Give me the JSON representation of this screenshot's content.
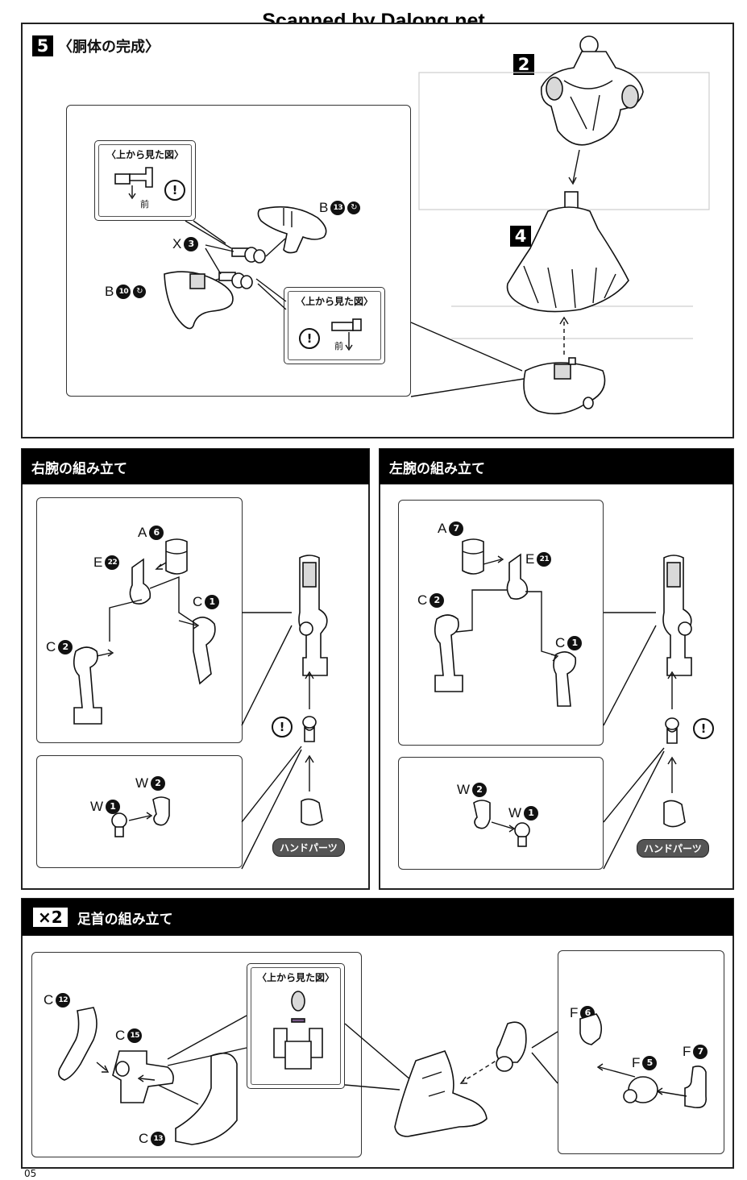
{
  "watermark": "Scanned by Dalong.net",
  "page_number": "05",
  "top_section": {
    "step": "5",
    "title": "〈胴体の完成〉",
    "subassemblies": [
      {
        "step": "2"
      },
      {
        "step": "4"
      }
    ],
    "view_label_top_1": "〈上から見た図〉",
    "view_label_top_2": "〈上から見た図〉",
    "front_label_1": "前",
    "front_label_2": "前",
    "warning_symbol": "!",
    "parts": [
      {
        "letter": "B",
        "number": "13",
        "cut": "↻"
      },
      {
        "letter": "X",
        "number": "3"
      },
      {
        "letter": "B",
        "number": "10",
        "cut": "↻"
      }
    ]
  },
  "right_arm": {
    "title": "右腕の組み立て",
    "parts": [
      {
        "letter": "A",
        "number": "6"
      },
      {
        "letter": "E",
        "number": "22"
      },
      {
        "letter": "C",
        "number": "1"
      },
      {
        "letter": "C",
        "number": "2"
      },
      {
        "letter": "W",
        "number": "2"
      },
      {
        "letter": "W",
        "number": "1"
      }
    ],
    "warning_symbol": "!",
    "hand_label": "ハンドパーツ"
  },
  "left_arm": {
    "title": "左腕の組み立て",
    "parts": [
      {
        "letter": "A",
        "number": "7"
      },
      {
        "letter": "E",
        "number": "21"
      },
      {
        "letter": "C",
        "number": "2"
      },
      {
        "letter": "C",
        "number": "1"
      },
      {
        "letter": "W",
        "number": "2"
      },
      {
        "letter": "W",
        "number": "1"
      }
    ],
    "warning_symbol": "!",
    "hand_label": "ハンドパーツ"
  },
  "ankle": {
    "multiplier": "×2",
    "title": "足首の組み立て",
    "view_label_top": "〈上から見た図〉",
    "parts": [
      {
        "letter": "C",
        "number": "12"
      },
      {
        "letter": "C",
        "number": "15"
      },
      {
        "letter": "C",
        "number": "13"
      },
      {
        "letter": "F",
        "number": "6"
      },
      {
        "letter": "F",
        "number": "5"
      },
      {
        "letter": "F",
        "number": "7"
      }
    ]
  }
}
